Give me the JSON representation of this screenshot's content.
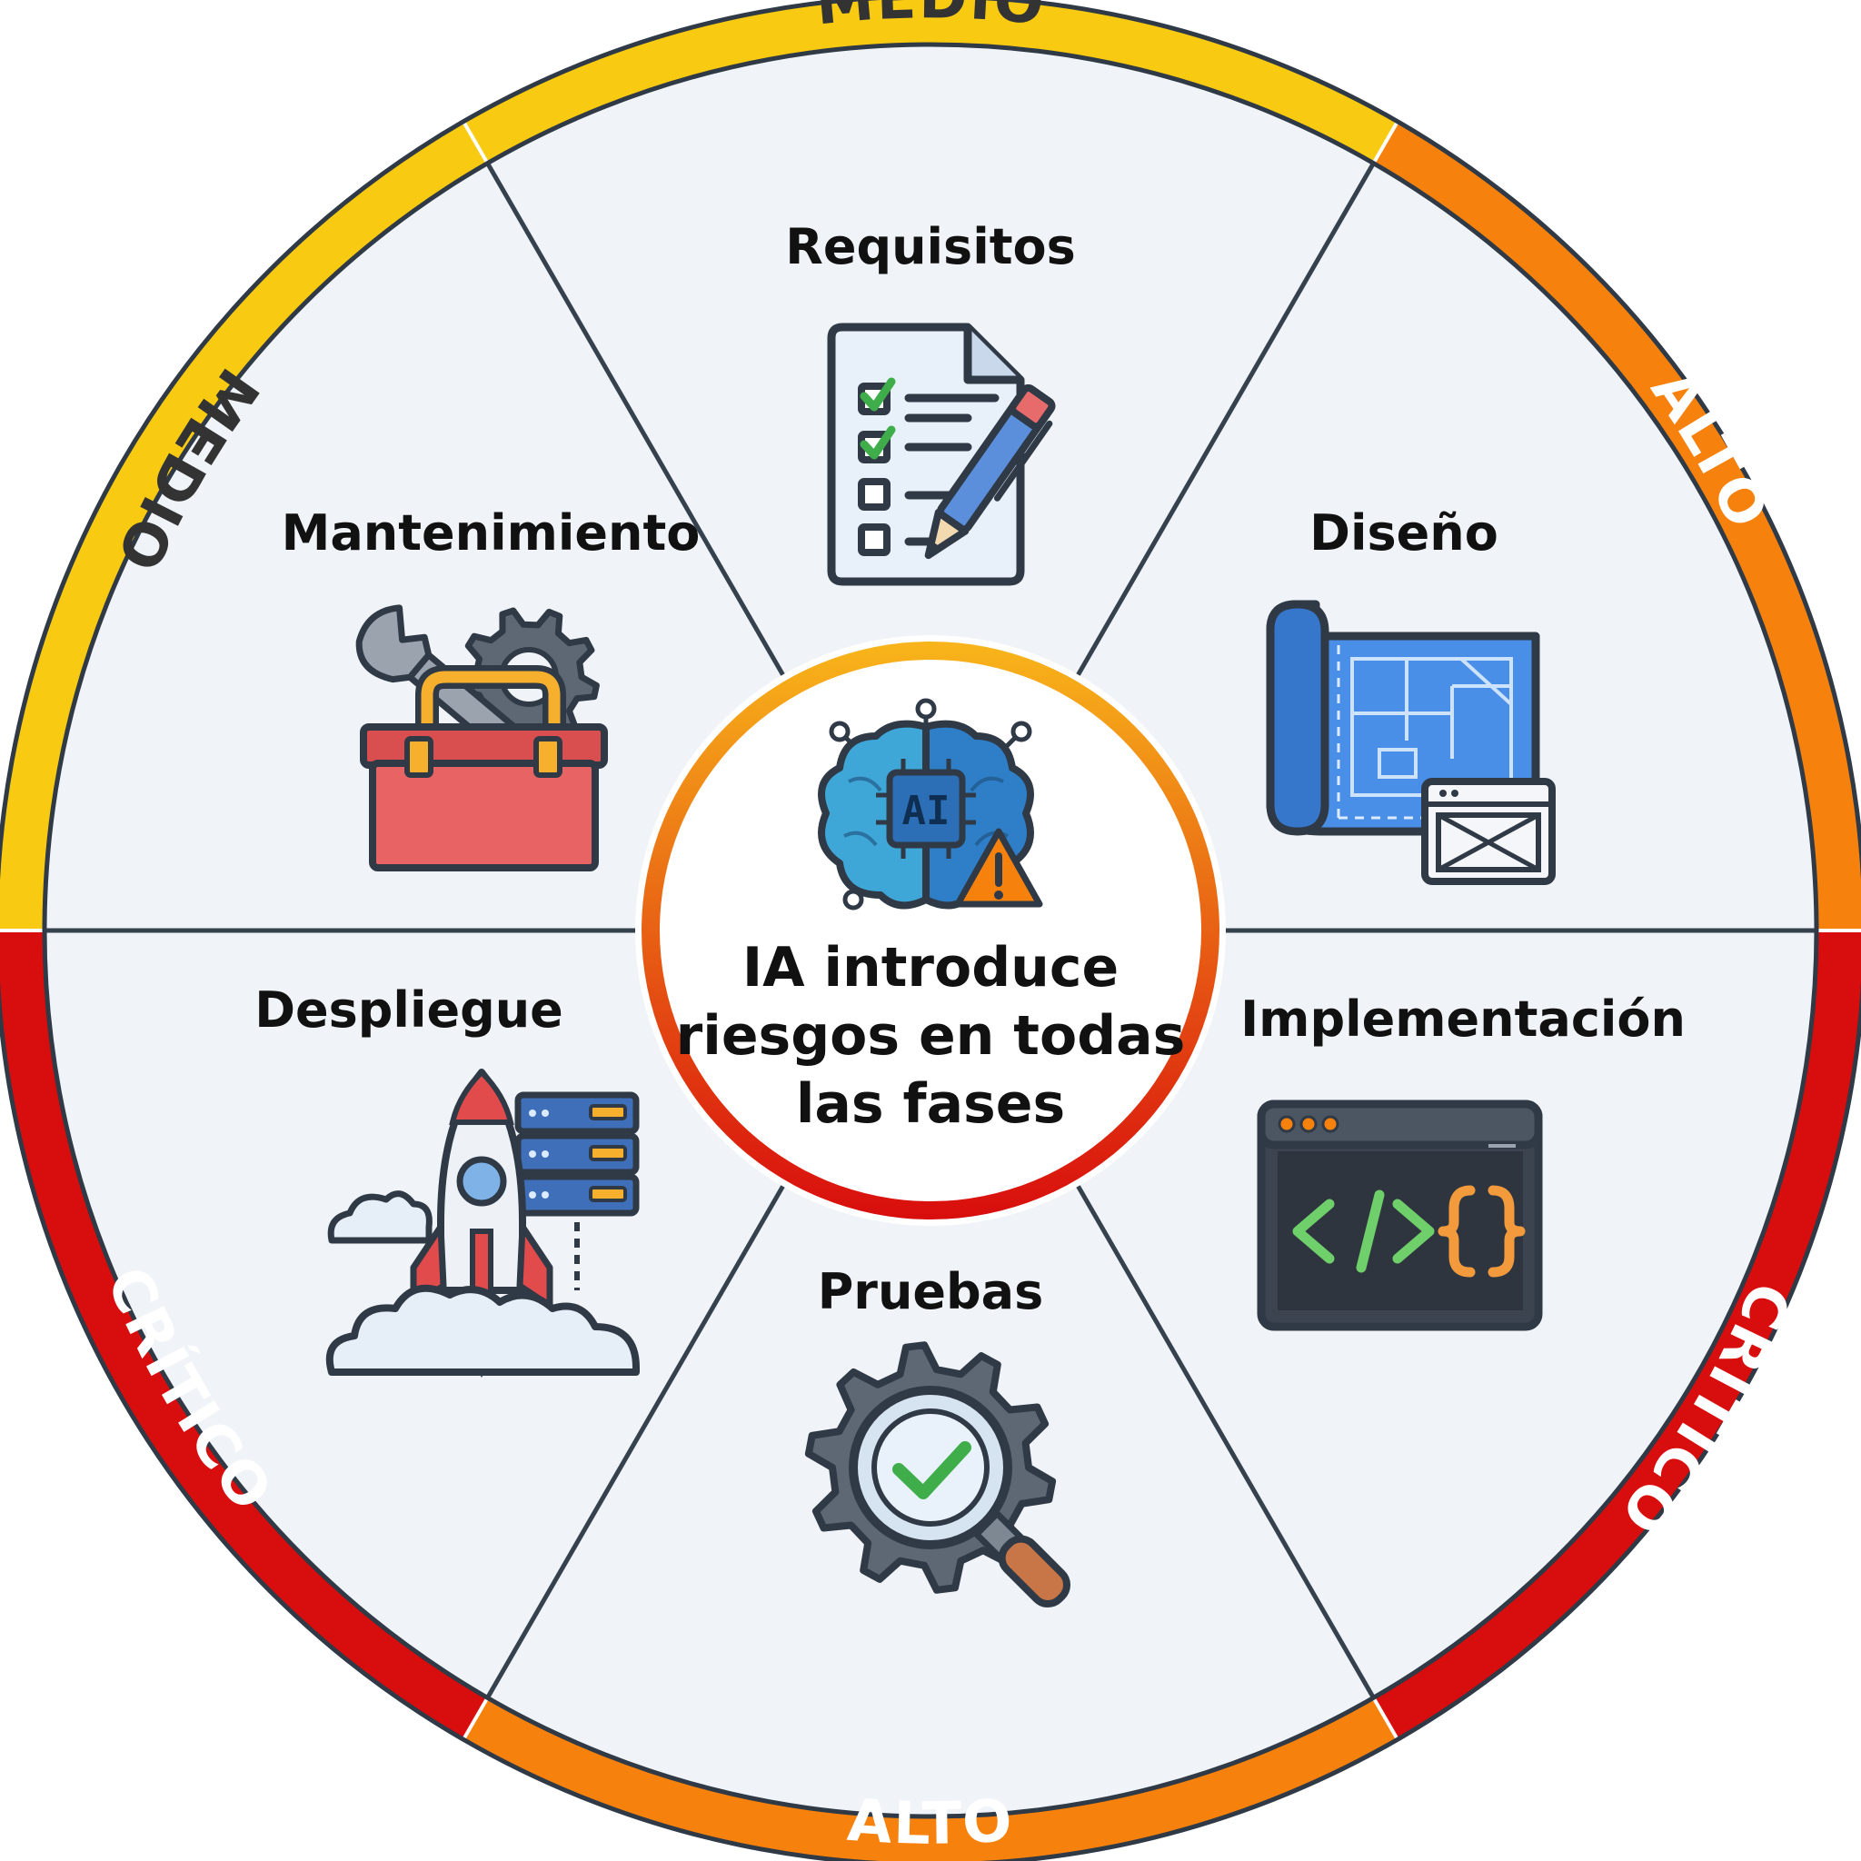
{
  "center": {
    "lines": [
      "IA introduce",
      "riesgos en todas",
      "las fases"
    ],
    "chip_label": "AI"
  },
  "phases": [
    {
      "label": "Requisitos",
      "icon": "checklist-document-pen-icon"
    },
    {
      "label": "Diseño",
      "icon": "blueprint-wireframe-icon"
    },
    {
      "label": "Implementación",
      "icon": "code-window-icon"
    },
    {
      "label": "Pruebas",
      "icon": "gear-magnifier-check-icon"
    },
    {
      "label": "Despliegue",
      "icon": "rocket-server-launch-icon"
    },
    {
      "label": "Mantenimiento",
      "icon": "toolbox-wrench-gear-icon"
    }
  ],
  "risk_ring": [
    {
      "label": "MEDIO",
      "color": "#F8CB12",
      "text_color": "#333333"
    },
    {
      "label": "ALTO",
      "color": "#F6820D",
      "text_color": "#FFFFFF"
    },
    {
      "label": "CRÍTICO",
      "color": "#D80D0D",
      "text_color": "#FFFFFF"
    },
    {
      "label": "ALTO",
      "color": "#F6820D",
      "text_color": "#FFFFFF"
    },
    {
      "label": "CRÍTICO",
      "color": "#D80D0D",
      "text_color": "#FFFFFF"
    },
    {
      "label": "MEDIO",
      "color": "#F8CB12",
      "text_color": "#333333"
    }
  ],
  "colors": {
    "segment_fill": "#F0F3F7",
    "divider": "#36414E",
    "outline": "#2F3A46",
    "center_ring_top": "#F8B51A",
    "center_ring_bottom": "#D80D0D"
  }
}
